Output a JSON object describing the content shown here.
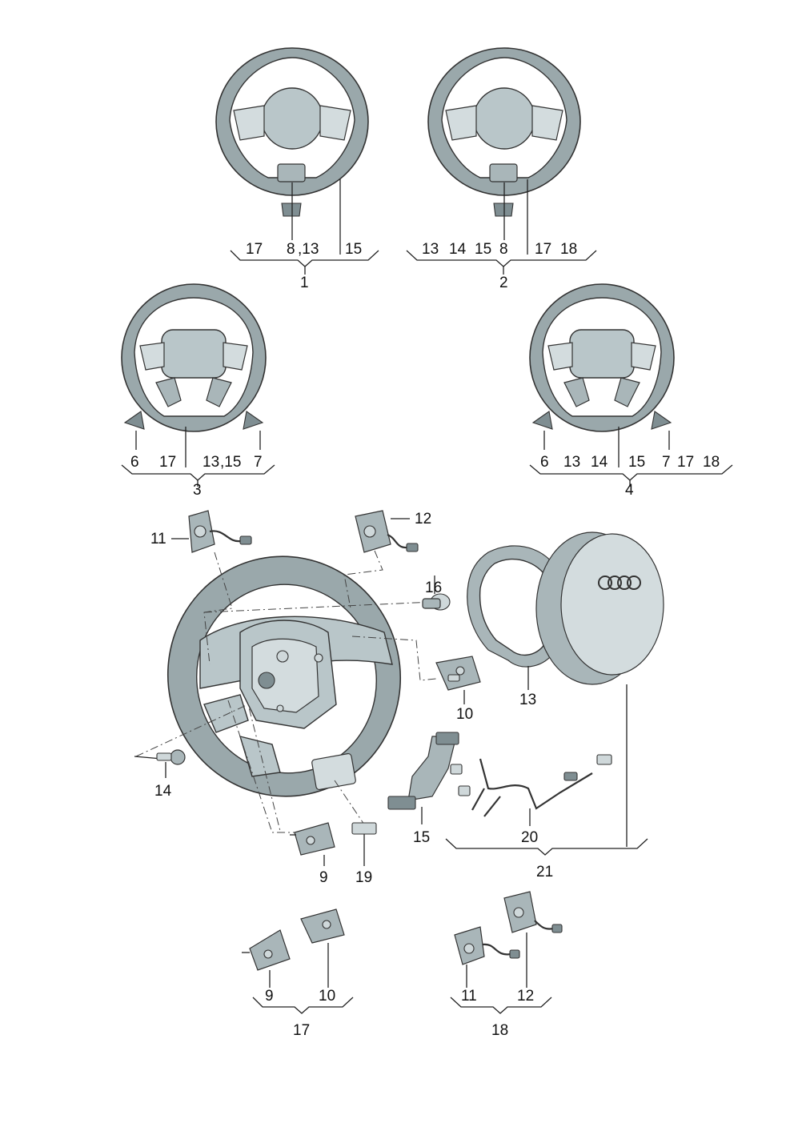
{
  "diagram": {
    "groups": [
      {
        "id": "group-1",
        "number": "1",
        "items": [
          "17",
          "8",
          ",13",
          "15"
        ]
      },
      {
        "id": "group-2",
        "number": "2",
        "items": [
          "13",
          "14",
          "15",
          "8",
          "17",
          "18"
        ]
      },
      {
        "id": "group-3",
        "number": "3",
        "items": [
          "6",
          "17",
          "13",
          ",15",
          "7"
        ]
      },
      {
        "id": "group-4",
        "number": "4",
        "items": [
          "6",
          "13",
          "14",
          "15",
          "7",
          "17",
          "18"
        ]
      },
      {
        "id": "group-21",
        "number": "21"
      },
      {
        "id": "group-17",
        "number": "17",
        "items": [
          "9",
          "10"
        ]
      },
      {
        "id": "group-18",
        "number": "18",
        "items": [
          "11",
          "12"
        ]
      }
    ],
    "callouts": {
      "p9": "9",
      "p10": "10",
      "p11": "11",
      "p12": "12",
      "p13": "13",
      "p14": "14",
      "p15": "15",
      "p16": "16",
      "p19": "19",
      "p20": "20"
    }
  }
}
